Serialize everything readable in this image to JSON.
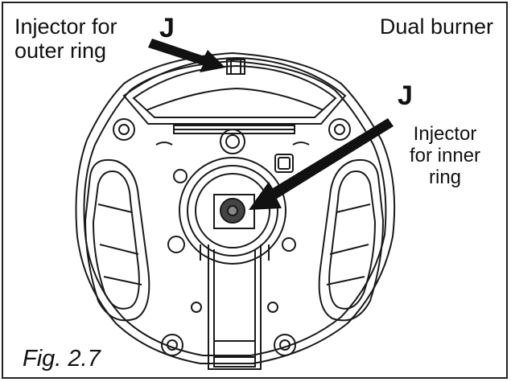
{
  "figure": {
    "title": "Dual burner",
    "fig_label": "Fig. 2.7"
  },
  "callouts": {
    "outer": {
      "marker": "J",
      "line1": "Injector for",
      "line2": "outer ring"
    },
    "inner": {
      "marker": "J",
      "line1": "Injector",
      "line2": "for inner",
      "line3": "ring"
    }
  },
  "colors": {
    "line": "#1a1a1a",
    "background": "#ffffff",
    "arrow": "#111111"
  }
}
